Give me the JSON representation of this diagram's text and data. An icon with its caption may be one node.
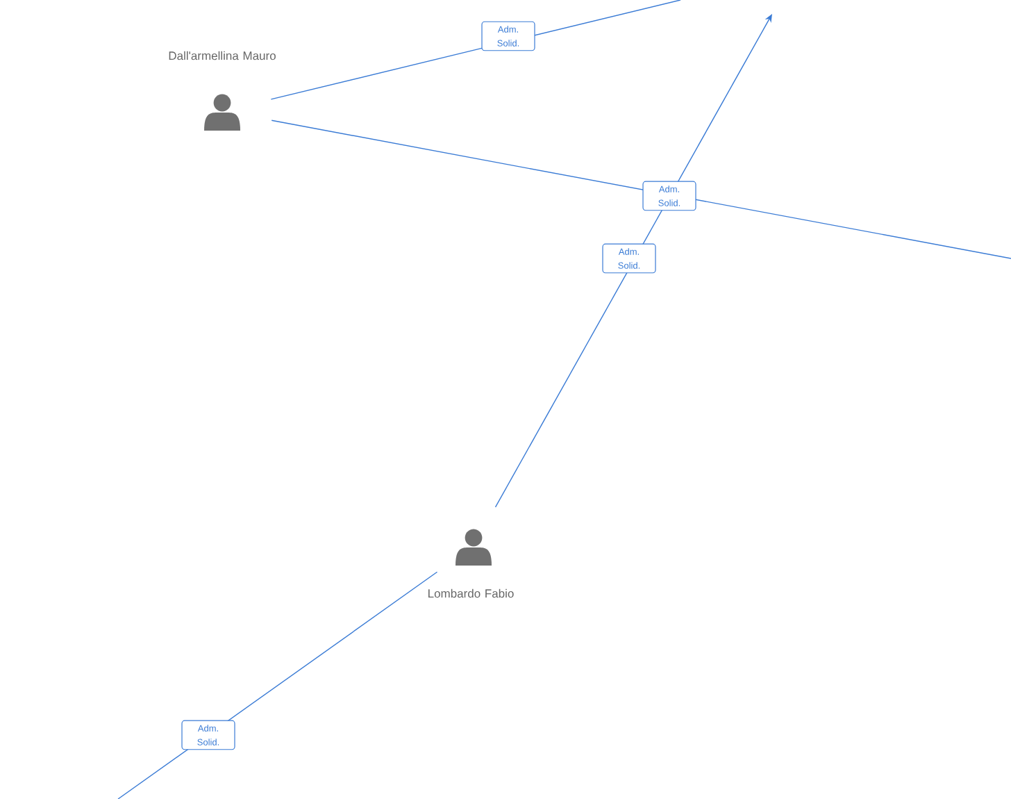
{
  "diagram": {
    "nodes": [
      {
        "text": [
          "Dall'armellina Mauro"
        ]
      },
      {
        "text": [
          "Lombardo Fabio"
        ]
      }
    ],
    "edges": [
      {
        "from": 0,
        "to": null,
        "arrow": "none",
        "label": "Adm. Solid."
      },
      {
        "from": 0,
        "to": null,
        "arrow": "none",
        "label": "Adm. Solid."
      },
      {
        "from": 1,
        "to": null,
        "arrow": "to",
        "label": "Adm. Solid."
      },
      {
        "from": 1,
        "to": null,
        "arrow": "none",
        "label": "Adm. Solid."
      }
    ]
  }
}
